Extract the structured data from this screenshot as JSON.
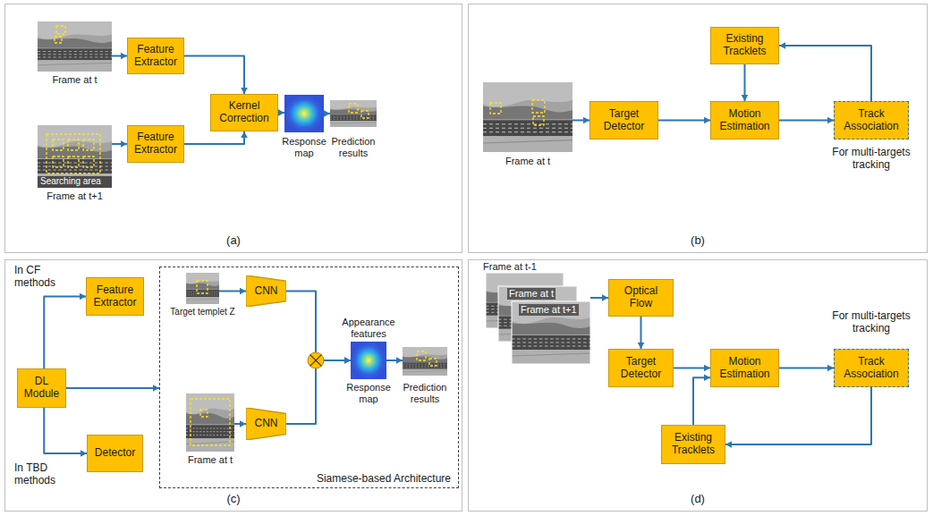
{
  "diagram": {
    "nodes": [
      {
        "text": [
          "(a)"
        ]
      },
      {
        "text": [
          "Frame at t"
        ],
        "in": 0
      },
      {
        "text": [
          "Feature Extractor"
        ],
        "in": 0
      },
      {
        "text": [
          "Frame at t+1"
        ],
        "in": 0
      },
      {
        "text": [
          "Feature Extractor"
        ],
        "in": 0
      },
      {
        "text": [
          "Kernel Correction"
        ],
        "in": 0
      },
      {
        "text": [
          "Response map"
        ],
        "in": 0
      },
      {
        "text": [
          "Prediction results"
        ],
        "in": 0
      },
      {
        "text": [
          "(b)"
        ]
      },
      {
        "text": [
          "Existing Tracklets"
        ],
        "in": 8
      },
      {
        "text": [
          "Frame at t"
        ],
        "in": 8
      },
      {
        "text": [
          "Target Detector"
        ],
        "in": 8
      },
      {
        "text": [
          "Motion Estimation"
        ],
        "in": 8
      },
      {
        "text": [
          "Track Association"
        ],
        "in": 8
      },
      {
        "text": [
          "(c)"
        ]
      },
      {
        "text": [
          "Feature Extractor"
        ],
        "in": 14
      },
      {
        "text": [
          "DL Module"
        ],
        "in": 14
      },
      {
        "text": [
          "Detector"
        ],
        "in": 14
      },
      {
        "text": [
          "Siamese-based Architecture"
        ],
        "in": 14
      },
      {
        "text": [
          "Target templet Z"
        ],
        "in": 18
      },
      {
        "text": [
          "CNN"
        ],
        "in": 18
      },
      {
        "text": [
          "Frame at t"
        ],
        "in": 18
      },
      {
        "text": [
          "CNN"
        ],
        "in": 18
      },
      {
        "text": [
          "Response map"
        ],
        "in": 18
      },
      {
        "text": [
          "Prediction results"
        ],
        "in": 18
      },
      {
        "text": [
          "(d)"
        ]
      },
      {
        "text": [
          "Frame at t-1",
          "Frame at t",
          "Frame at t+1"
        ],
        "in": 25
      },
      {
        "text": [
          "Optical Flow"
        ],
        "in": 25
      },
      {
        "text": [
          "Target Detector"
        ],
        "in": 25
      },
      {
        "text": [
          "Motion Estimation"
        ],
        "in": 25
      },
      {
        "text": [
          "Track Association"
        ],
        "in": 25
      },
      {
        "text": [
          "Existing Tracklets"
        ],
        "in": 25
      }
    ],
    "edges": [
      {
        "from": 1,
        "to": 2,
        "arrow": "to"
      },
      {
        "from": 3,
        "to": 4,
        "arrow": "to"
      },
      {
        "from": 2,
        "to": 5,
        "arrow": "to"
      },
      {
        "from": 4,
        "to": 5,
        "arrow": "to"
      },
      {
        "from": 5,
        "to": 6,
        "arrow": "to"
      },
      {
        "from": 6,
        "to": 7,
        "arrow": "to"
      },
      {
        "from": 10,
        "to": 11,
        "arrow": "to"
      },
      {
        "from": 11,
        "to": 12,
        "arrow": "to"
      },
      {
        "from": 9,
        "to": 12,
        "arrow": "to"
      },
      {
        "from": 12,
        "to": 13,
        "arrow": "to"
      },
      {
        "from": 13,
        "to": 9,
        "arrow": "to"
      },
      {
        "from": 16,
        "to": 15,
        "arrow": "to"
      },
      {
        "from": 16,
        "to": 18,
        "arrow": "to"
      },
      {
        "from": 16,
        "to": 17,
        "arrow": "to"
      },
      {
        "from": 19,
        "to": 20,
        "arrow": "to"
      },
      {
        "from": 21,
        "to": 22,
        "arrow": "to"
      },
      {
        "from": 20,
        "to": 23,
        "arrow": "to"
      },
      {
        "from": 22,
        "to": 23,
        "arrow": "to"
      },
      {
        "from": 23,
        "to": 24,
        "arrow": "to"
      },
      {
        "from": 26,
        "to": 27,
        "arrow": "to"
      },
      {
        "from": 27,
        "to": 28,
        "arrow": "to"
      },
      {
        "from": 28,
        "to": 29,
        "arrow": "to"
      },
      {
        "from": 31,
        "to": 29,
        "arrow": "to"
      },
      {
        "from": 29,
        "to": 30,
        "arrow": "to"
      },
      {
        "from": 30,
        "to": 31,
        "arrow": "to"
      }
    ],
    "labels": [
      "Searching area",
      "For multi-targets tracking",
      "In CF methods",
      "In TBD methods",
      "Appearance features",
      "For multi-targets tracking"
    ]
  }
}
